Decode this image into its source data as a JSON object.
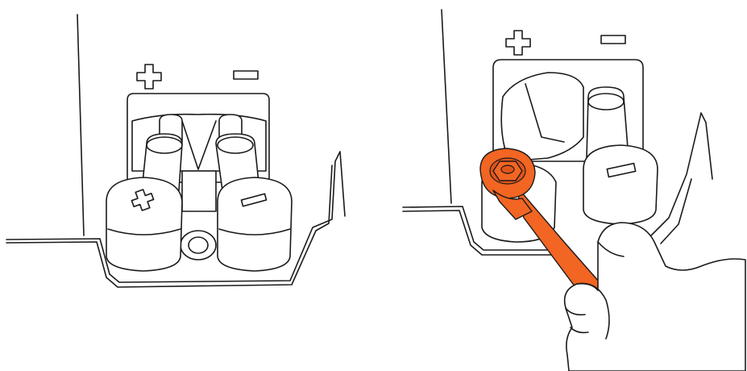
{
  "figure": {
    "panels": [
      {
        "id": "terminals",
        "content": "battery-terminals-plus-minus"
      },
      {
        "id": "wrench-tightening",
        "content": "hand-with-wrench-on-positive-terminal"
      }
    ],
    "colors": {
      "wrench": "#f26522",
      "line": "#1a1a1a",
      "background": "#ffffff"
    },
    "icons": [
      "plus-sign-icon",
      "minus-sign-icon",
      "wrench-icon",
      "hand-icon"
    ]
  }
}
